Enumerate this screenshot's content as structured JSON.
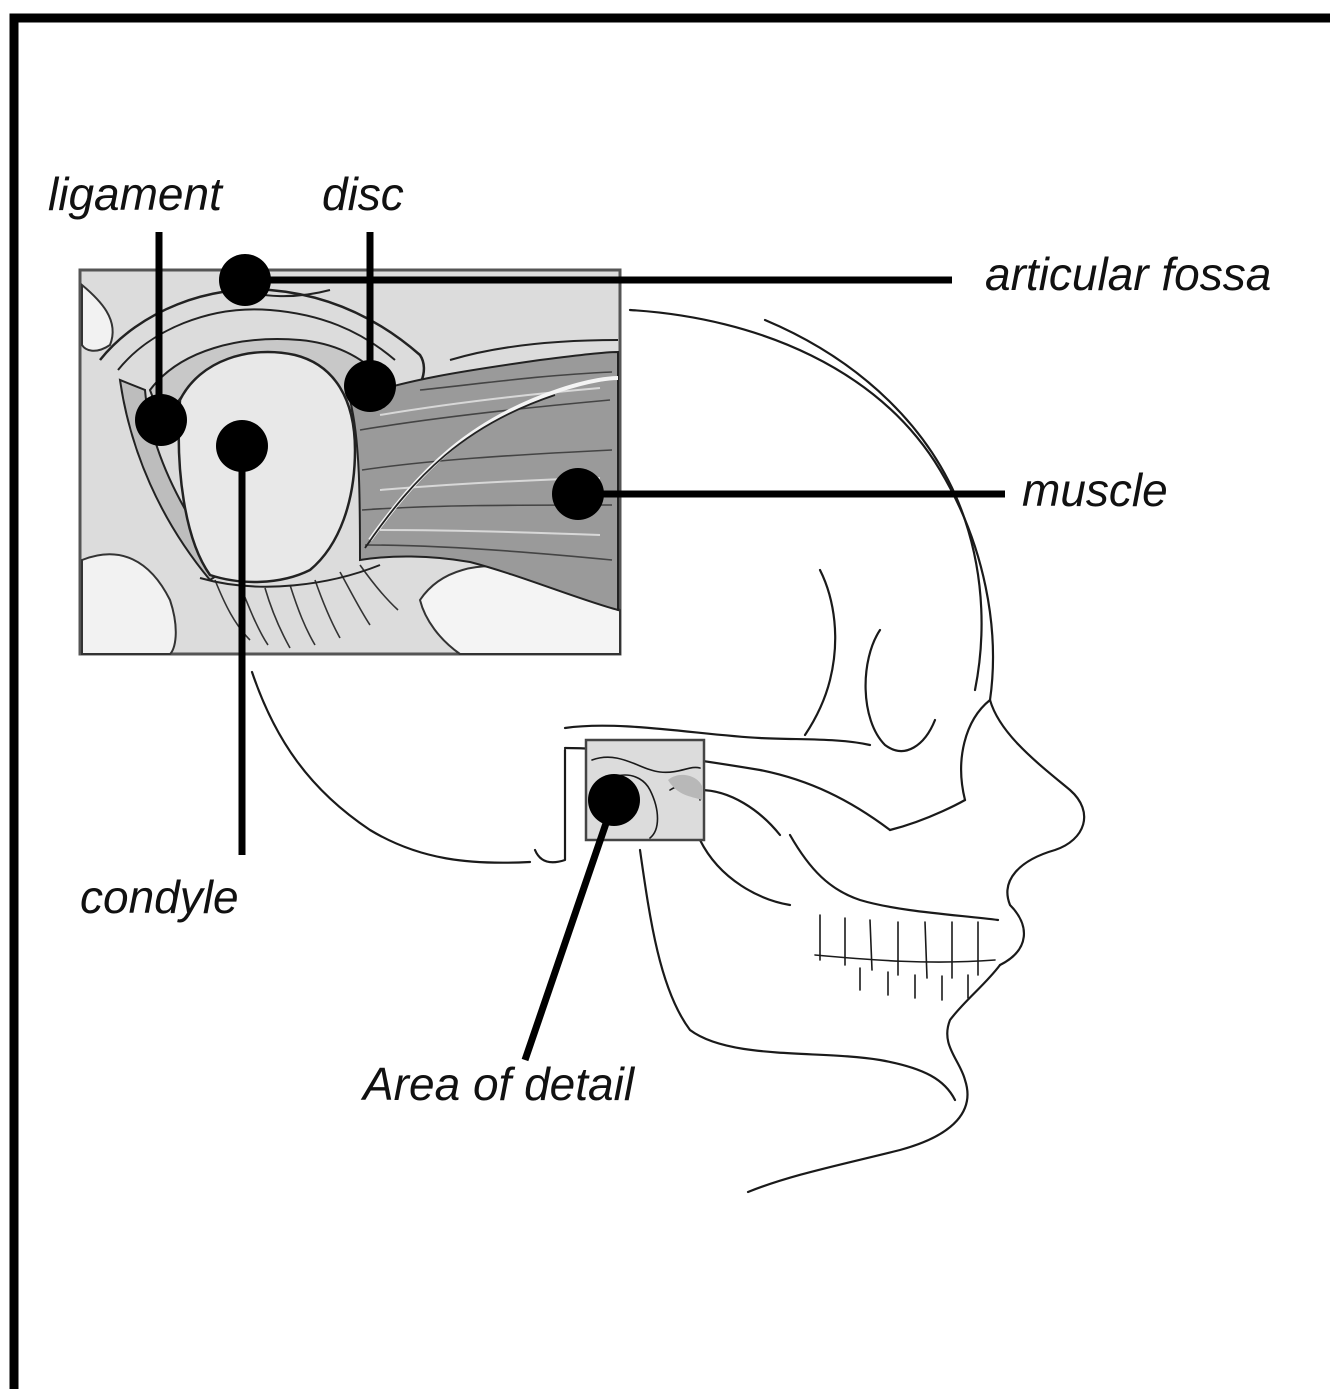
{
  "labels": {
    "ligament": "ligament",
    "disc": "disc",
    "articular_fossa": "articular fossa",
    "muscle": "muscle",
    "condyle": "condyle",
    "area_of_detail": "Area of detail"
  },
  "colors": {
    "inset_fill": "#d9d9d9",
    "muscle_fill": "#8a8a8a",
    "line": "#000000"
  }
}
